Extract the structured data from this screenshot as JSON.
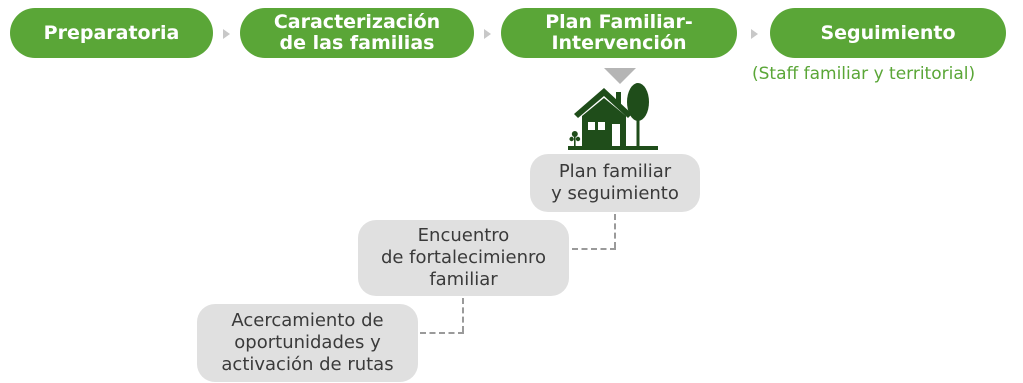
{
  "phases": [
    {
      "label": "Preparatoria"
    },
    {
      "label": "Caracterización\nde las familias"
    },
    {
      "label": "Plan Familiar-\nIntervención"
    },
    {
      "label": "Seguimiento"
    }
  ],
  "phase_note": "(Staff familiar y territorial)",
  "steps": [
    {
      "label": "Plan familiar\ny seguimiento"
    },
    {
      "label": "Encuentro\nde fortalecimienro\nfamiliar"
    },
    {
      "label": "Acercamiento de\noportunidades y\nactivación de rutas"
    }
  ],
  "colors": {
    "phase_green": "#5aa637",
    "icon_dark_green": "#1f4d1a",
    "step_gray": "#e0e0e0",
    "arrow_gray": "#c8c8c8"
  },
  "icons": [
    "chevron-right-icon",
    "down-triangle-icon",
    "house-tree-icon"
  ]
}
